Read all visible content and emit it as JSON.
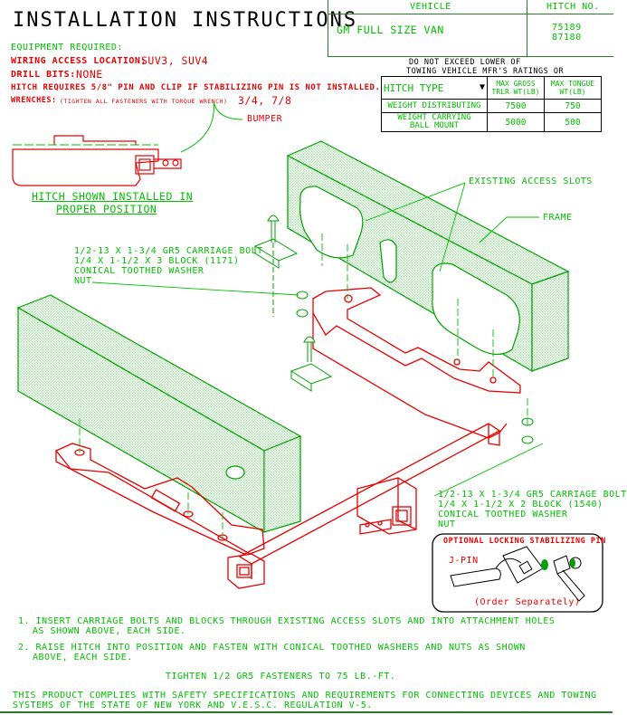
{
  "header": {
    "title": "INSTALLATION INSTRUCTIONS",
    "vehicle_label": "VEHICLE",
    "hitch_label": "HITCH NO.",
    "vehicle": "GM FULL SIZE VAN",
    "hitch_no_1": "75189",
    "hitch_no_2": "87180"
  },
  "equipment": {
    "heading": "EQUIPMENT REQUIRED:",
    "wiring_label": "WIRING ACCESS LOCATION:",
    "wiring_value": "SUV3, SUV4",
    "drill_label": "DRILL BITS:",
    "drill_value": "NONE",
    "hitch_note": "HITCH REQUIRES 5/8\" PIN AND CLIP IF STABILIZING PIN IS NOT INSTALLED.",
    "wrenches_label": "WRENCHES:",
    "wrenches_note": "(TIGHTEN ALL FASTENERS WITH TORQUE WRENCH)",
    "wrenches_value": "3/4, 7/8"
  },
  "ratings": {
    "line1": "DO NOT EXCEED LOWER OF",
    "line2": "TOWING VEHICLE MFR'S RATINGS OR",
    "col_type": "HITCH TYPE",
    "col_gross_1": "MAX GROSS",
    "col_gross_2": "TRLR WT(LB)",
    "col_tongue_1": "MAX TONGUE",
    "col_tongue_2": "WT(LB)",
    "rows": [
      {
        "type": "WEIGHT DISTRIBUTING",
        "gross": "7500",
        "tongue": "750"
      },
      {
        "type_1": "WEIGHT CARRYING",
        "type_2": "BALL MOUNT",
        "gross": "5000",
        "tongue": "500"
      }
    ]
  },
  "diagram": {
    "bumper": "BUMPER",
    "installed_1": "HITCH SHOWN INSTALLED IN",
    "installed_2": "PROPER POSITION",
    "access_slots": "EXISTING ACCESS SLOTS",
    "frame": "FRAME",
    "kit1": [
      "1/2-13 X 1-3/4 GR5 CARRIAGE BOLT",
      "1/4 X 1-1/2 X 3 BLOCK (1171)",
      "CONICAL TOOTHED WASHER",
      "NUT"
    ],
    "kit2": [
      "1/2-13 X 1-3/4 GR5 CARRIAGE BOLT",
      "1/4 X 1-1/2 X 2 BLOCK (1540)",
      "CONICAL TOOTHED WASHER",
      "NUT"
    ],
    "optional_title": "OPTIONAL LOCKING STABILIZING PIN",
    "jpin": "J-PIN",
    "order_sep": "(Order Separately)"
  },
  "instructions": {
    "step1_a": "1. INSERT CARRIAGE BOLTS AND BLOCKS THROUGH EXISTING ACCESS SLOTS AND INTO ATTACHMENT HOLES",
    "step1_b": "AS SHOWN ABOVE, EACH SIDE.",
    "step2_a": "2. RAISE HITCH INTO POSITION AND FASTEN WITH CONICAL TOOTHED WASHERS AND NUTS AS SHOWN",
    "step2_b": "ABOVE, EACH SIDE.",
    "torque": "TIGHTEN 1/2 GR5 FASTENERS TO 75 LB.-FT.",
    "compliance_1": "THIS PRODUCT COMPLIES WITH SAFETY SPECIFICATIONS AND REQUIREMENTS FOR CONNECTING DEVICES AND TOWING",
    "compliance_2": "SYSTEMS OF THE STATE OF NEW YORK AND V.E.S.C. REGULATION V-5."
  },
  "colors": {
    "green": "#00c000",
    "red": "#e60000",
    "black": "#000000"
  }
}
